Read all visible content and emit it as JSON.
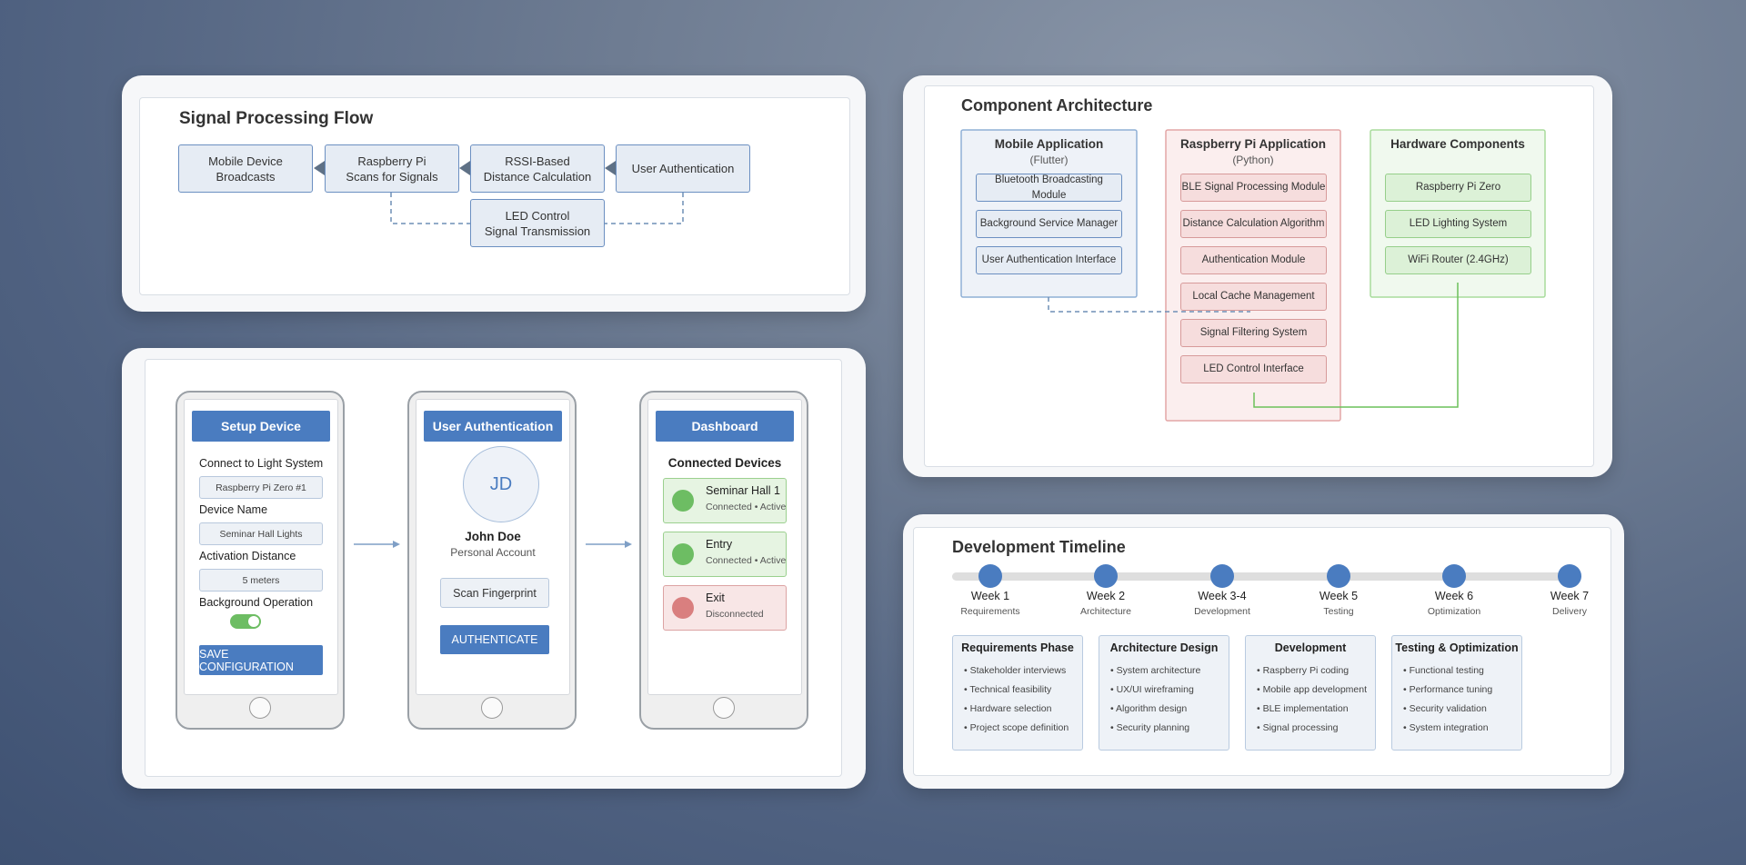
{
  "signal_flow": {
    "title": "Signal Processing Flow",
    "nodes": [
      {
        "label": "Mobile Device Broadcasts"
      },
      {
        "label": "Raspberry Pi\nScans for Signals"
      },
      {
        "label": "RSSI-Based\nDistance Calculation"
      },
      {
        "label": "User Authentication"
      },
      {
        "label": "LED Control\nSignal Transmission"
      }
    ]
  },
  "architecture": {
    "title": "Component Architecture",
    "mobile": {
      "name": "Mobile Application",
      "tech": "(Flutter)",
      "modules": [
        "Bluetooth Broadcasting Module",
        "Background Service Manager",
        "User Authentication Interface"
      ]
    },
    "pi": {
      "name": "Raspberry Pi Application",
      "tech": "(Python)",
      "modules": [
        "BLE Signal Processing Module",
        "Distance Calculation Algorithm",
        "Authentication Module",
        "Local Cache Management",
        "Signal Filtering System",
        "LED Control Interface"
      ]
    },
    "hardware": {
      "name": "Hardware Components",
      "items": [
        "Raspberry Pi Zero",
        "LED Lighting System",
        "WiFi Router (2.4GHz)"
      ]
    }
  },
  "mockups": {
    "setup": {
      "header": "Setup Device",
      "connect_label": "Connect to Light System",
      "connect_value": "Raspberry Pi Zero #1",
      "name_label": "Device Name",
      "name_value": "Seminar Hall Lights",
      "distance_label": "Activation Distance",
      "distance_value": "5 meters",
      "background_label": "Background Operation",
      "background_on": true,
      "save_button": "SAVE CONFIGURATION"
    },
    "auth": {
      "header": "User Authentication",
      "initials": "JD",
      "user_name": "John Doe",
      "account_type": "Personal Account",
      "scan_button": "Scan Fingerprint",
      "auth_button": "AUTHENTICATE"
    },
    "dashboard": {
      "header": "Dashboard",
      "section": "Connected Devices",
      "devices": [
        {
          "name": "Seminar Hall 1",
          "status": "Connected • Active",
          "color": "#6dbd63"
        },
        {
          "name": "Entry",
          "status": "Connected • Active",
          "color": "#6dbd63"
        },
        {
          "name": "Exit",
          "status": "Disconnected",
          "color": "#d97f7f"
        }
      ]
    }
  },
  "timeline": {
    "title": "Development Timeline",
    "milestones": [
      {
        "week": "Week 1",
        "stage": "Requirements"
      },
      {
        "week": "Week 2",
        "stage": "Architecture"
      },
      {
        "week": "Week 3-4",
        "stage": "Development"
      },
      {
        "week": "Week 5",
        "stage": "Testing"
      },
      {
        "week": "Week 6",
        "stage": "Optimization"
      },
      {
        "week": "Week 7",
        "stage": "Delivery"
      }
    ],
    "phases": [
      {
        "title": "Requirements Phase",
        "items": [
          "• Stakeholder interviews",
          "• Technical feasibility",
          "• Hardware selection",
          "• Project scope definition"
        ]
      },
      {
        "title": "Architecture Design",
        "items": [
          "• System architecture",
          "• UX/UI wireframing",
          "• Algorithm design",
          "• Security planning"
        ]
      },
      {
        "title": "Development",
        "items": [
          "• Raspberry Pi coding",
          "• Mobile app development",
          "• BLE implementation",
          "• Signal processing"
        ]
      },
      {
        "title": "Testing & Optimization",
        "items": [
          "• Functional testing",
          "• Performance tuning",
          "• Security validation",
          "• System integration"
        ]
      }
    ]
  },
  "colors": {
    "accent": "#4a7cc0",
    "mobile_border": "#6b8fc1",
    "pi_border": "#d79a9a",
    "hardware_border": "#96cf8a"
  }
}
